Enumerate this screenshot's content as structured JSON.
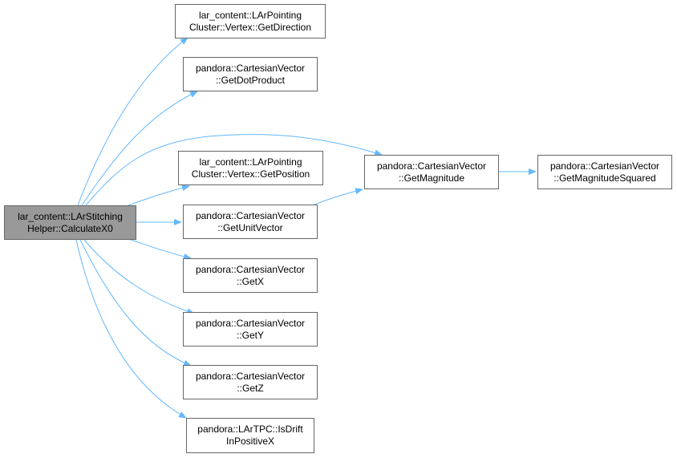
{
  "colors": {
    "edge": "#63b8ff",
    "node_border": "#666666",
    "root_fill": "#999999",
    "node_fill": "#ffffff"
  },
  "nodes": [
    {
      "id": "root",
      "lines": [
        "lar_content::LArStitching",
        "Helper::CalculateX0"
      ]
    },
    {
      "id": "get-direction",
      "lines": [
        "lar_content::LArPointing",
        "Cluster::Vertex::GetDirection"
      ]
    },
    {
      "id": "get-dot-product",
      "lines": [
        "pandora::CartesianVector",
        "::GetDotProduct"
      ]
    },
    {
      "id": "get-position",
      "lines": [
        "lar_content::LArPointing",
        "Cluster::Vertex::GetPosition"
      ]
    },
    {
      "id": "get-unit-vector",
      "lines": [
        "pandora::CartesianVector",
        "::GetUnitVector"
      ]
    },
    {
      "id": "get-x",
      "lines": [
        "pandora::CartesianVector",
        "::GetX"
      ]
    },
    {
      "id": "get-y",
      "lines": [
        "pandora::CartesianVector",
        "::GetY"
      ]
    },
    {
      "id": "get-z",
      "lines": [
        "pandora::CartesianVector",
        "::GetZ"
      ]
    },
    {
      "id": "is-drift-in-positive-x",
      "lines": [
        "pandora::LArTPC::IsDrift",
        "InPositiveX"
      ]
    },
    {
      "id": "get-magnitude",
      "lines": [
        "pandora::CartesianVector",
        "::GetMagnitude"
      ]
    },
    {
      "id": "get-magnitude-squared",
      "lines": [
        "pandora::CartesianVector",
        "::GetMagnitudeSquared"
      ]
    }
  ],
  "edges": [
    {
      "from": "root",
      "to": "get-direction"
    },
    {
      "from": "root",
      "to": "get-dot-product"
    },
    {
      "from": "root",
      "to": "get-magnitude"
    },
    {
      "from": "root",
      "to": "get-position"
    },
    {
      "from": "root",
      "to": "get-unit-vector"
    },
    {
      "from": "root",
      "to": "get-x"
    },
    {
      "from": "root",
      "to": "get-y"
    },
    {
      "from": "root",
      "to": "get-z"
    },
    {
      "from": "root",
      "to": "is-drift-in-positive-x"
    },
    {
      "from": "get-unit-vector",
      "to": "get-magnitude"
    },
    {
      "from": "get-magnitude",
      "to": "get-magnitude-squared"
    }
  ]
}
